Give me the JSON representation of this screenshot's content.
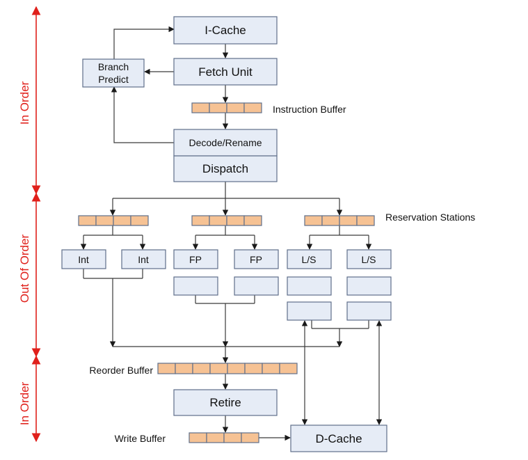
{
  "colors": {
    "box_fill": "#e6ecf6",
    "box_stroke": "#5f6f8a",
    "buffer_fill": "#f6c294",
    "phase_accent": "#e0201b",
    "line": "#3a3a3a"
  },
  "phases": [
    {
      "label": "In Order"
    },
    {
      "label": "Out Of Order"
    },
    {
      "label": "In Order"
    }
  ],
  "blocks": {
    "icache": "I-Cache",
    "fetch": "Fetch Unit",
    "branch_line1": "Branch",
    "branch_line2": "Predict",
    "decode": "Decode/Rename",
    "dispatch": "Dispatch",
    "int1": "Int",
    "int2": "Int",
    "fp1": "FP",
    "fp2": "FP",
    "ls1": "L/S",
    "ls2": "L/S",
    "retire": "Retire",
    "dcache": "D-Cache"
  },
  "buffer_labels": {
    "instruction": "Instruction Buffer",
    "reservation": "Reservation Stations",
    "reorder": "Reorder Buffer",
    "write": "Write Buffer"
  }
}
